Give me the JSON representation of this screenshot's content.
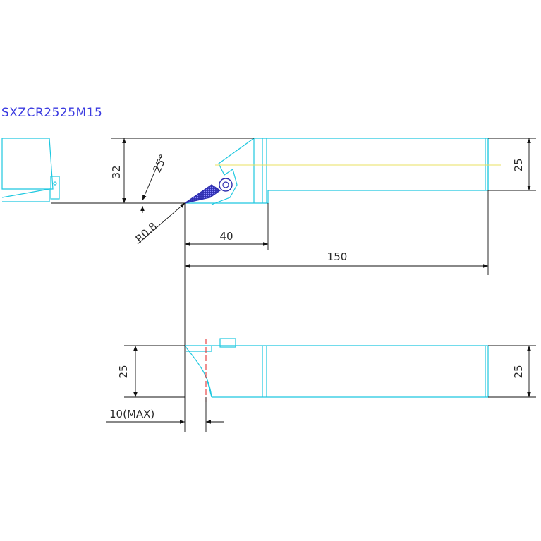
{
  "title": "SXZCR2525M15",
  "dimensions": {
    "height_32": "32",
    "angle": "25°",
    "radius": "R0.8",
    "len_40": "40",
    "len_150": "150",
    "shank_top_25": "25",
    "front_25": "25",
    "shank_bottom_25": "25",
    "max_10": "10(MAX)"
  },
  "colors": {
    "outline": "#1ec8e0",
    "insert": "#2f2fb0",
    "dimension": "#111111",
    "centerline_red": "#e02020",
    "centerline_yellow": "#e8e060",
    "title": "#3a3ae0"
  }
}
